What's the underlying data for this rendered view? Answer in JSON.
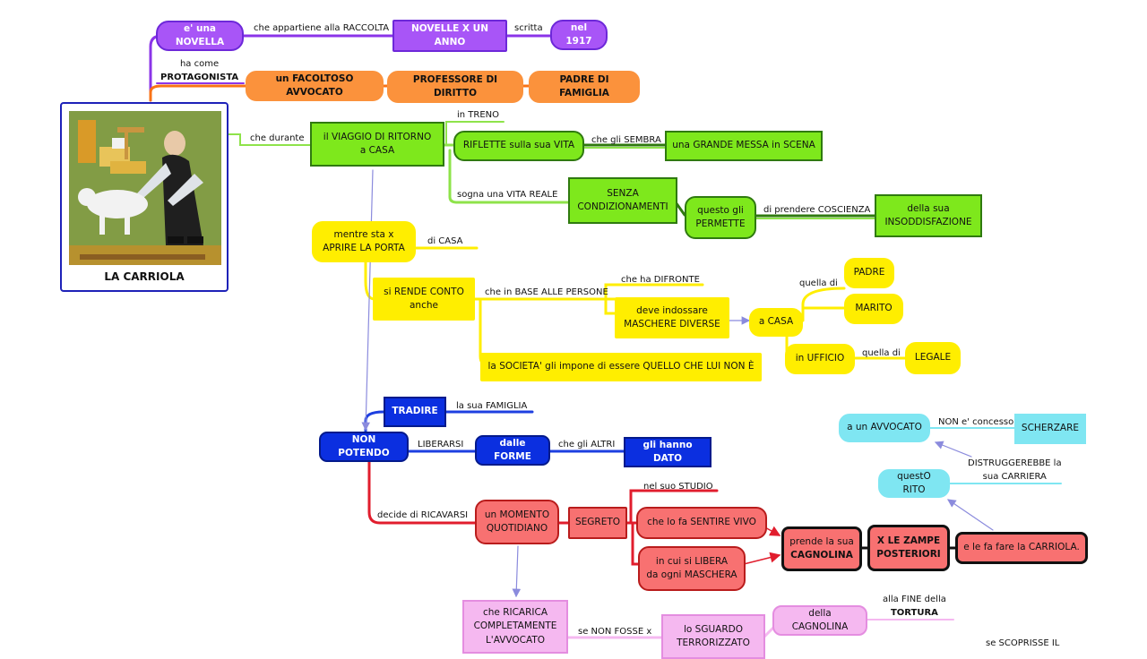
{
  "diagram": {
    "root": {
      "title": "LA CARRIOLA",
      "image": "illustration of an old man in a dark suit lifting the hind legs of a small white dog in a green room"
    },
    "nodes": {
      "novella": "e' una NOVELLA",
      "raccolta": "NOVELLE X UN ANNO",
      "anno": "nel 1917",
      "avvocato": "un FACOLTOSO AVVOCATO",
      "professore": "PROFESSORE DI DIRITTO",
      "padre_famiglia": "PADRE DI FAMIGLIA",
      "viaggio": [
        "il VIAGGIO DI RITORNO",
        "a CASA"
      ],
      "riflette": "RIFLETTE sulla sua VITA",
      "messa_scena": "una GRANDE MESSA in SCENA",
      "senza_cond": [
        "SENZA",
        "CONDIZIONAMENTI"
      ],
      "permette": [
        "questo gli",
        "PERMETTE"
      ],
      "insoddisfazione": [
        "della sua",
        "INSODDISFAZIONE"
      ],
      "aprire_porta": [
        "mentre sta x",
        "APRIRE LA PORTA"
      ],
      "rende_conto": [
        "si RENDE CONTO",
        "anche"
      ],
      "maschere": [
        "deve indossare",
        "MASCHERE DIVERSE"
      ],
      "a_casa": "a CASA",
      "padre": "PADRE",
      "marito": "MARITO",
      "ufficio": "in UFFICIO",
      "legale": "LEGALE",
      "societa": "la SOCIETA' gli impone di essere QUELLO CHE LUI NON È",
      "tradire": "TRADIRE",
      "non_potendo": "NON POTENDO",
      "dalle_forme": "dalle FORME",
      "hanno_dato": "gli hanno DATO",
      "momento": [
        "un MOMENTO",
        "QUOTIDIANO"
      ],
      "segreto": "SEGRETO",
      "sentire_vivo": "che lo fa SENTIRE VIVO",
      "libera": [
        "in cui si LIBERA",
        "da ogni MASCHERA"
      ],
      "cagnolina": [
        "prende la sua",
        "CAGNOLINA"
      ],
      "zampe": [
        "X LE ZAMPE",
        "POSTERIORI"
      ],
      "carriola": "e le fa fare la CARRIOLA.",
      "a_un_avvocato": "a un AVVOCATO",
      "scherzare": "SCHERZARE",
      "rito": "questO RITO",
      "ricarica": [
        "che RICARICA",
        "COMPLETAMENTE",
        "L'AVVOCATO"
      ],
      "sguardo": [
        "lo SGUARDO",
        "TERRORIZZATO"
      ],
      "della_cagnolina": "della CAGNOLINA"
    },
    "labels": {
      "appartiene": "che appartiene alla RACCOLTA",
      "scritta": "scritta",
      "ha_come": [
        "ha come",
        "PROTAGONISTA"
      ],
      "che_durante": "che durante",
      "in_treno": "in TRENO",
      "sembra": "che gli SEMBRA",
      "vita_reale": "sogna una VITA REALE",
      "prendere_coscienza": "di prendere COSCIENZA",
      "di_casa": "di CASA",
      "base_persone": "che in BASE ALLE PERSONE",
      "difronte": "che ha DIFRONTE",
      "quella_di_1": "quella di",
      "quella_di_2": "quella di",
      "sua_famiglia": "la sua FAMIGLIA",
      "liberarsi": "LIBERARSI",
      "altri": "che gli ALTRI",
      "ricavarsi": "decide di RICAVARSI",
      "studio": "nel suo STUDIO",
      "non_concesso": "NON e' concesso",
      "distruggerebbe": [
        "DISTRUGGEREBBE la",
        "sua CARRIERA"
      ],
      "non_fosse": "se NON FOSSE x",
      "fine_tortura": [
        "alla FINE della",
        "TORTURA"
      ],
      "scoprisse": "se SCOPRISSE IL"
    },
    "colors": {
      "purple": "#a855f7",
      "orange": "#fb923c",
      "green": "#7ee81c",
      "yellow": "#ffee00",
      "blue": "#0b2fe0",
      "red": "#f87171",
      "pink": "#f5b8f0",
      "cyan": "#7fe6f2",
      "arrow": "#8b8bdd"
    }
  }
}
